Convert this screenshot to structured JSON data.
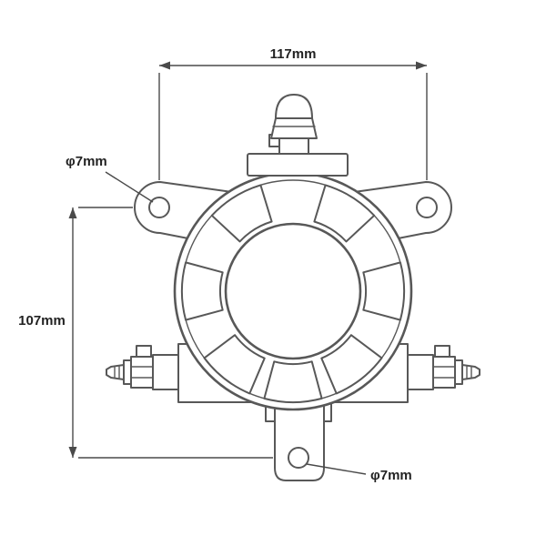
{
  "drawing": {
    "type": "technical-dimension-diagram",
    "subject": "explosion-proof-junction-device-front-view",
    "labels": {
      "width": "117mm",
      "height": "107mm",
      "hole_top_left": "φ7mm",
      "hole_bottom": "φ7mm"
    },
    "colors": {
      "line": "#585858",
      "dimension_line": "#4a4a4a",
      "text": "#222222",
      "background": "#ffffff"
    }
  }
}
